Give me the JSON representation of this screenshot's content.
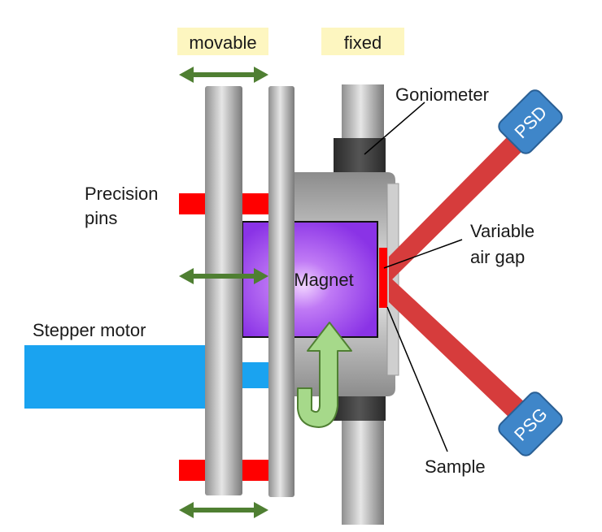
{
  "labels": {
    "movable": "movable",
    "fixed": "fixed",
    "goniometer": "Goniometer",
    "precision_pins_1": "Precision",
    "precision_pins_2": "pins",
    "magnet": "Magnet",
    "variable_air_gap_1": "Variable",
    "variable_air_gap_2": "air gap",
    "stepper_motor": "Stepper motor",
    "sample": "Sample",
    "psd": "PSD",
    "psg": "PSG"
  },
  "colors": {
    "tag_bg": "#fdf6c0",
    "arrow_green": "#4f7f32",
    "pin_red": "#ff0000",
    "beam_red": "#d63c3c",
    "motor_blue": "#1aa3f0",
    "detector_blue": "#3f86c9",
    "magnet_purple": "#8a33e6",
    "rotation_green": "#a6d98a"
  }
}
